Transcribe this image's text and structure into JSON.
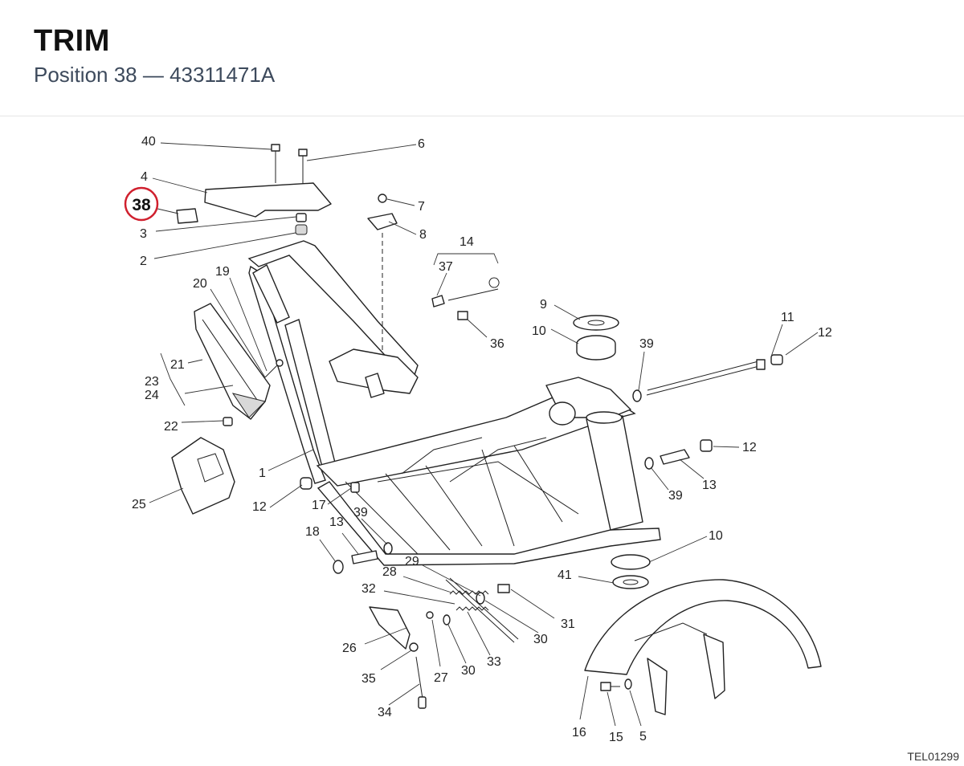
{
  "header": {
    "title": "TRIM",
    "subtitle": "Position 38 — 43311471A"
  },
  "diagram": {
    "highlighted_ref": "38",
    "drawing_code": "TEL01299",
    "ref_labels": [
      "40",
      "6",
      "4",
      "7",
      "3",
      "8",
      "2",
      "14",
      "37",
      "19",
      "20",
      "9",
      "36",
      "10",
      "11",
      "12",
      "39",
      "21",
      "23",
      "24",
      "22",
      "1",
      "13",
      "25",
      "17",
      "18",
      "29",
      "28",
      "32",
      "26",
      "27",
      "30",
      "33",
      "35",
      "31",
      "34",
      "16",
      "15",
      "5",
      "41"
    ]
  },
  "colors": {
    "highlight_ring": "#d0202e",
    "ink": "#222222"
  }
}
